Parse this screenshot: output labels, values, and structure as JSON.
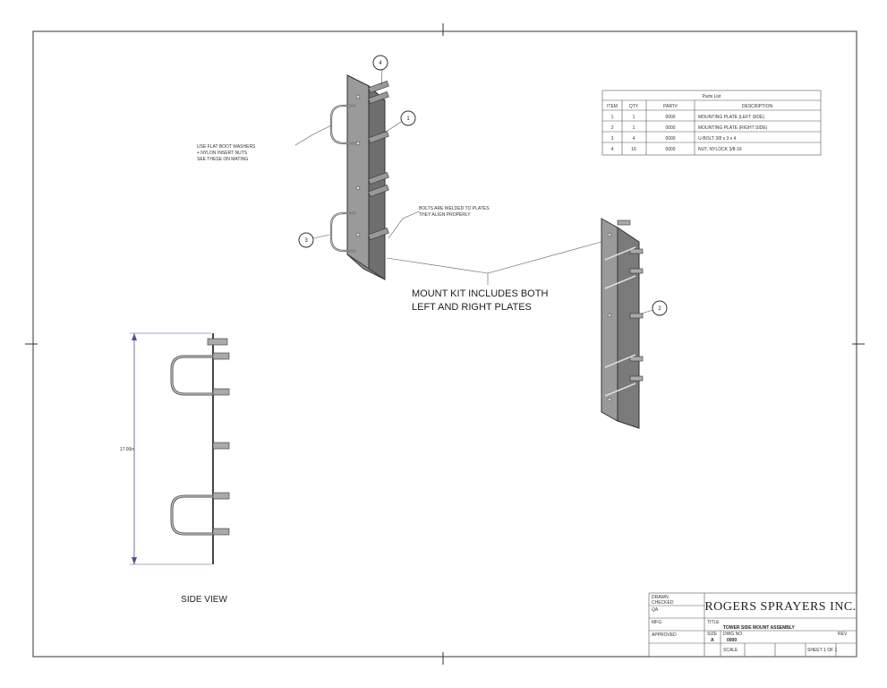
{
  "drawing": {
    "company": "ROGERS SPRAYERS INC.",
    "notes": {
      "left_ubolt": [
        "USE FLAT BOOT WASHERS",
        "+ NYLON INSERT NUTS",
        "SEE THESE ON MATING"
      ],
      "right_bolts": [
        "BOLTS ARE WELDED TO PLATES",
        "THEY ALIGN PROPERLY"
      ],
      "mount_kit_line1": "MOUNT KIT INCLUDES BOTH",
      "mount_kit_line2": "LEFT AND RIGHT PLATES"
    },
    "side_view_label": "SIDE VIEW",
    "dimension_label": "17.00in",
    "balloons": {
      "top": "4",
      "upper_right": "1",
      "left_ubolt": "3",
      "right_plate": "2"
    }
  },
  "parts_list": {
    "title": "Parts List",
    "headers": [
      "ITEM",
      "QTY",
      "PART#",
      "DESCRIPTION"
    ],
    "rows": [
      [
        "1",
        "1",
        "0000",
        "MOUNTING PLATE (LEFT SIDE)"
      ],
      [
        "2",
        "1",
        "0000",
        "MOUNTING PLATE (RIGHT SIDE)"
      ],
      [
        "3",
        "4",
        "0000",
        "U-BOLT 3/8 x 3 x 4"
      ],
      [
        "4",
        "16",
        "0000",
        "NUT, NYLOCK 3/8-16"
      ]
    ]
  },
  "title_block": {
    "company": "ROGERS SPRAYERS INC.",
    "drawn_label": "DRAWN",
    "checked_label": "CHECKED",
    "qa_label": "QA",
    "mfg_label": "MFG",
    "approved_label": "APPROVED",
    "title_label": "TITLE",
    "title_value": "TOWER SIDE MOUNT ASSEMBLY",
    "size_label": "SIZE",
    "size_value": "A",
    "dwg_label": "DWG NO",
    "dwg_value": "0000",
    "rev_label": "REV",
    "scale_label": "SCALE",
    "sheet_label": "SHEET 1 OF 1"
  }
}
